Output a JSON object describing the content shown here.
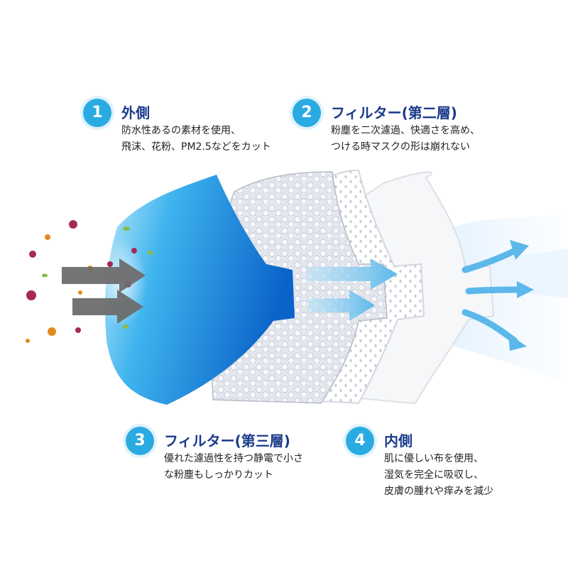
{
  "layers": [
    {
      "number": "1",
      "title": "外側",
      "lines": [
        "防水性あるの素材を使用、",
        "飛沫、花粉、PM2.5などをカット"
      ]
    },
    {
      "number": "2",
      "title": "フィルター(第二層)",
      "lines": [
        "粉塵を二次濾過、快適さを高め、",
        "つける時マスクの形は崩れない"
      ]
    },
    {
      "number": "3",
      "title": "フィルター(第三層)",
      "lines": [
        "優れた濾過性を持つ静電で小さ",
        "な粉塵もしっかりカット"
      ]
    },
    {
      "number": "4",
      "title": "内側",
      "lines": [
        "肌に優しい布を使用、",
        "湿気を完全に吸収し、",
        "皮膚の腫れや痒みを減少"
      ]
    }
  ],
  "colors": {
    "badge": "#29ABE2",
    "title": "#1b3a8c",
    "outer_layer": "#1e88e5",
    "arrow_gray": "#6d6d6d",
    "arrow_blue": "#7cc8ee"
  },
  "icons": [
    "germ-icon",
    "pollen-icon",
    "gray-arrow-icon",
    "blue-arrow-icon"
  ]
}
